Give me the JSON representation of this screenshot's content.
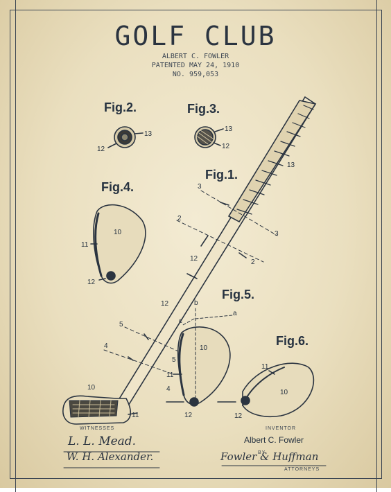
{
  "title": "GOLF CLUB",
  "inventor_line": "ALBERT C. FOWLER",
  "patent_date": "PATENTED MAY 24, 1910",
  "patent_no": "NO. 959,053",
  "figures": {
    "fig1": "Fig.1.",
    "fig2": "Fig.2.",
    "fig3": "Fig.3.",
    "fig4": "Fig.4.",
    "fig5": "Fig.5.",
    "fig6": "Fig.6."
  },
  "callouts": [
    "2",
    "3",
    "4",
    "5",
    "10",
    "11",
    "12",
    "13",
    "a",
    "b",
    "c"
  ],
  "witnesses_label": "WITNESSES",
  "witness1": "L. L. Mead.",
  "witness2": "W. H. Alexander.",
  "inventor_label": "INVENTOR",
  "inventor_name": "Albert C. Fowler",
  "attorney_by": "BY",
  "attorney_sig": "Fowler & Huffman",
  "attorneys_label": "ATTORNEYS",
  "colors": {
    "paper": "#efe5c9",
    "ink": "#2b3440"
  }
}
